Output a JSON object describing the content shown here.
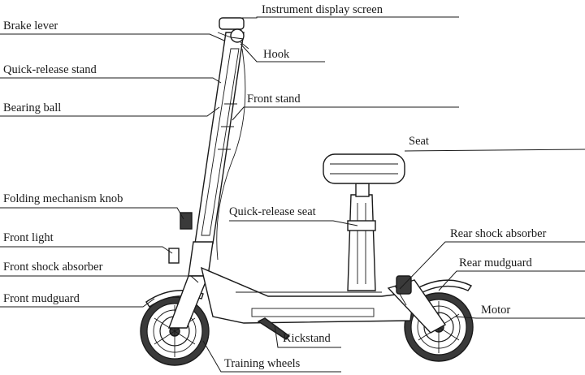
{
  "labels": {
    "instrument_display": "Instrument display screen",
    "brake_lever": "Brake lever",
    "hook": "Hook",
    "quick_release_stand": "Quick-release stand",
    "front_stand": "Front stand",
    "bearing_ball": "Bearing ball",
    "seat": "Seat",
    "folding_knob": "Folding mechanism knob",
    "quick_release_seat": "Quick-release seat",
    "front_light": "Front light",
    "rear_shock": "Rear shock absorber",
    "front_shock": "Front shock absorber",
    "rear_mudguard": "Rear mudguard",
    "front_mudguard": "Front mudguard",
    "motor": "Motor",
    "kickstand": "Kickstand",
    "training_wheels": "Training wheels"
  },
  "colors": {
    "line": "#1a1a1a",
    "background": "#ffffff"
  }
}
